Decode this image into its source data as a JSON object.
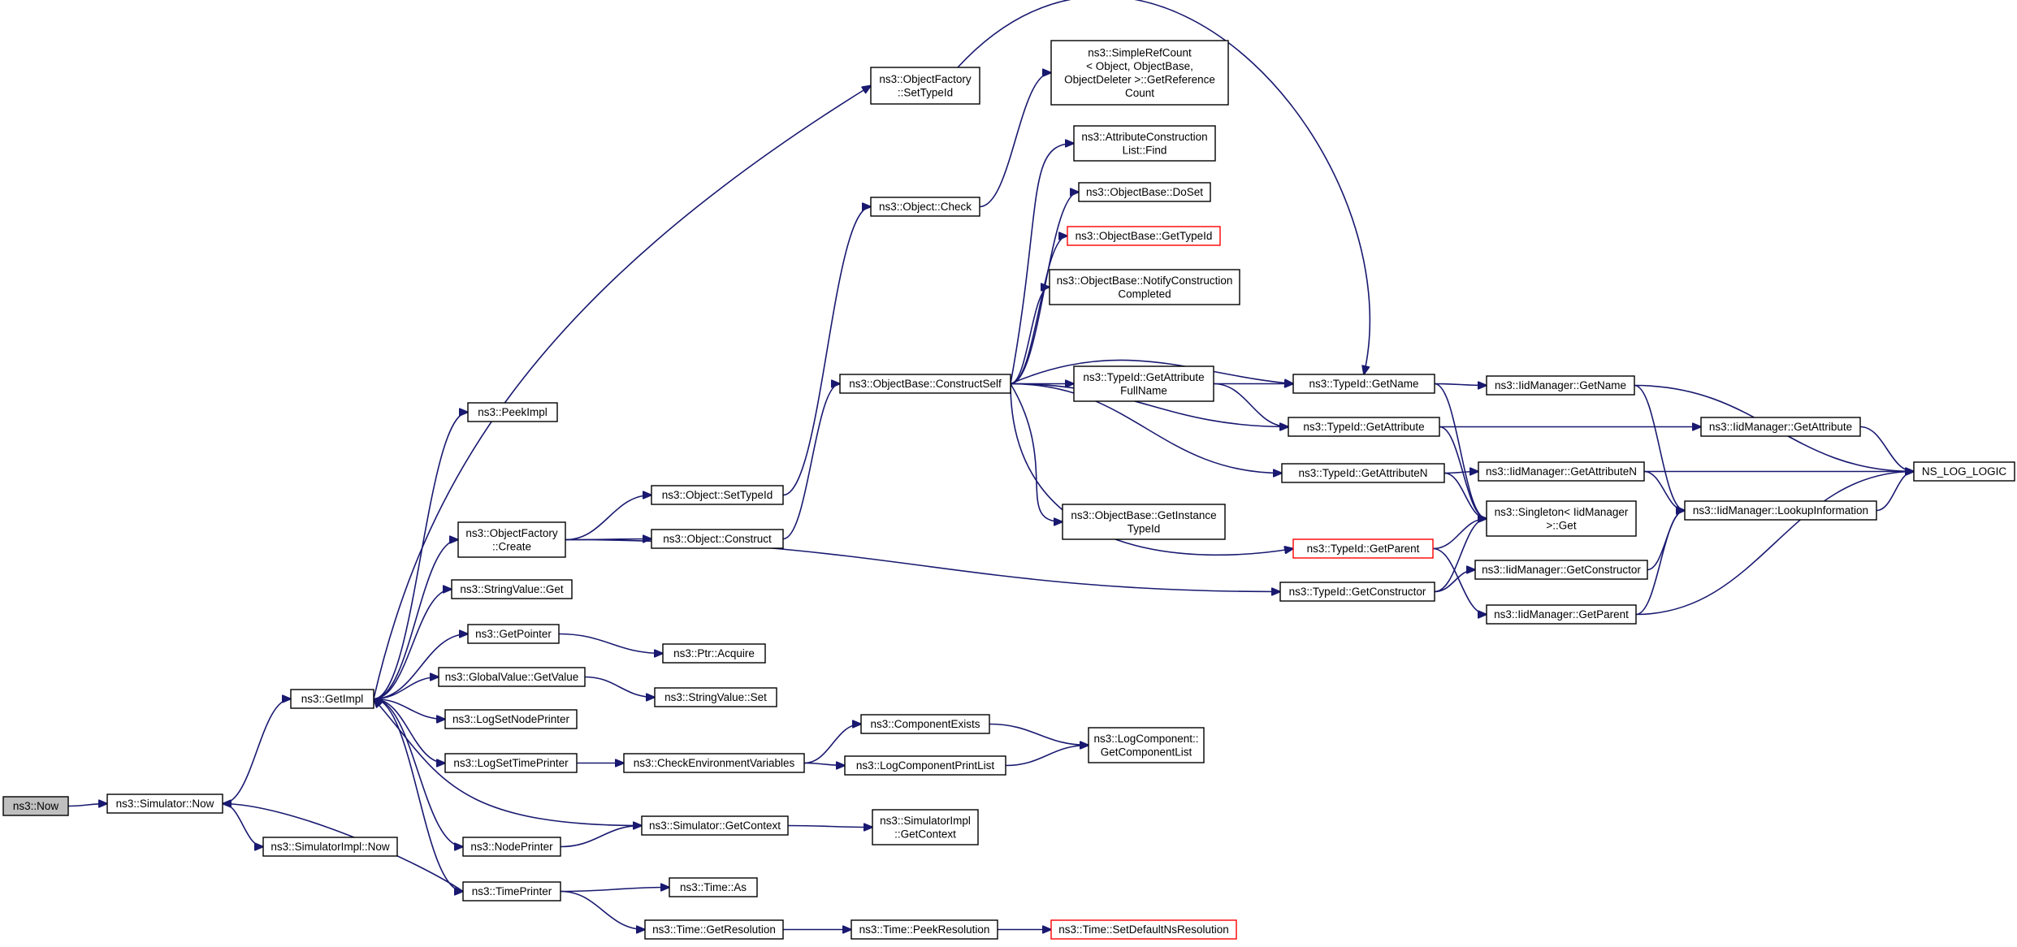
{
  "colors": {
    "edge": "#191970",
    "node_border": "#000000",
    "highlight_border": "#ff0000",
    "root_fill": "#bfbfbf",
    "background": "#ffffff"
  },
  "nodes": [
    {
      "id": "now",
      "lines": [
        "ns3::Now"
      ],
      "style": "root"
    },
    {
      "id": "sim_now",
      "lines": [
        "ns3::Simulator::Now"
      ]
    },
    {
      "id": "simimpl_now",
      "lines": [
        "ns3::SimulatorImpl::Now"
      ]
    },
    {
      "id": "getimpl",
      "lines": [
        "ns3::GetImpl"
      ]
    },
    {
      "id": "peekimpl",
      "lines": [
        "ns3::PeekImpl"
      ]
    },
    {
      "id": "of_create",
      "lines": [
        "ns3::ObjectFactory",
        "::Create"
      ]
    },
    {
      "id": "stringvalue_get",
      "lines": [
        "ns3::StringValue::Get"
      ]
    },
    {
      "id": "getpointer",
      "lines": [
        "ns3::GetPointer"
      ]
    },
    {
      "id": "globalvalue_getvalue",
      "lines": [
        "ns3::GlobalValue::GetValue"
      ]
    },
    {
      "id": "logsetnodeprinter",
      "lines": [
        "ns3::LogSetNodePrinter"
      ]
    },
    {
      "id": "logsettimeprinter",
      "lines": [
        "ns3::LogSetTimePrinter"
      ]
    },
    {
      "id": "nodeprinter",
      "lines": [
        "ns3::NodePrinter"
      ]
    },
    {
      "id": "timeprinter",
      "lines": [
        "ns3::TimePrinter"
      ]
    },
    {
      "id": "of_settypeid",
      "lines": [
        "ns3::ObjectFactory",
        "::SetTypeId"
      ]
    },
    {
      "id": "obj_settypeid",
      "lines": [
        "ns3::Object::SetTypeId"
      ]
    },
    {
      "id": "obj_construct",
      "lines": [
        "ns3::Object::Construct"
      ]
    },
    {
      "id": "ptr_acquire",
      "lines": [
        "ns3::Ptr::Acquire"
      ]
    },
    {
      "id": "stringvalue_set",
      "lines": [
        "ns3::StringValue::Set"
      ]
    },
    {
      "id": "checkenv",
      "lines": [
        "ns3::CheckEnvironmentVariables"
      ]
    },
    {
      "id": "sim_getcontext",
      "lines": [
        "ns3::Simulator::GetContext"
      ]
    },
    {
      "id": "time_as",
      "lines": [
        "ns3::Time::As"
      ]
    },
    {
      "id": "time_getres",
      "lines": [
        "ns3::Time::GetResolution"
      ]
    },
    {
      "id": "obj_check",
      "lines": [
        "ns3::Object::Check"
      ]
    },
    {
      "id": "ob_constructself",
      "lines": [
        "ns3::ObjectBase::ConstructSelf"
      ]
    },
    {
      "id": "componentexists",
      "lines": [
        "ns3::ComponentExists"
      ]
    },
    {
      "id": "logcomponentprintlist",
      "lines": [
        "ns3::LogComponentPrintList"
      ]
    },
    {
      "id": "simimpl_getcontext",
      "lines": [
        "ns3::SimulatorImpl",
        "::GetContext"
      ]
    },
    {
      "id": "time_peekres",
      "lines": [
        "ns3::Time::PeekResolution"
      ]
    },
    {
      "id": "simplerefcount",
      "lines": [
        "ns3::SimpleRefCount",
        "< Object, ObjectBase,",
        "ObjectDeleter >::GetReference",
        "Count"
      ]
    },
    {
      "id": "attrconstructionlist_find",
      "lines": [
        "ns3::AttributeConstruction",
        "List::Find"
      ]
    },
    {
      "id": "ob_doset",
      "lines": [
        "ns3::ObjectBase::DoSet"
      ]
    },
    {
      "id": "ob_gettypeid",
      "lines": [
        "ns3::ObjectBase::GetTypeId"
      ],
      "style": "red"
    },
    {
      "id": "ob_notifyconstruction",
      "lines": [
        "ns3::ObjectBase::NotifyConstruction",
        "Completed"
      ]
    },
    {
      "id": "typeid_getattrfullname",
      "lines": [
        "ns3::TypeId::GetAttribute",
        "FullName"
      ]
    },
    {
      "id": "ob_getinstancetypeid",
      "lines": [
        "ns3::ObjectBase::GetInstance",
        "TypeId"
      ]
    },
    {
      "id": "logcomponent_getlist",
      "lines": [
        "ns3::LogComponent::",
        "GetComponentList"
      ]
    },
    {
      "id": "time_setdefaultnsres",
      "lines": [
        "ns3::Time::SetDefaultNsResolution"
      ],
      "style": "red"
    },
    {
      "id": "typeid_getname",
      "lines": [
        "ns3::TypeId::GetName"
      ]
    },
    {
      "id": "typeid_getattr",
      "lines": [
        "ns3::TypeId::GetAttribute"
      ]
    },
    {
      "id": "typeid_getattrn",
      "lines": [
        "ns3::TypeId::GetAttributeN"
      ]
    },
    {
      "id": "typeid_getparent",
      "lines": [
        "ns3::TypeId::GetParent"
      ],
      "style": "red"
    },
    {
      "id": "typeid_getconstructor",
      "lines": [
        "ns3::TypeId::GetConstructor"
      ]
    },
    {
      "id": "iid_getname",
      "lines": [
        "ns3::IidManager::GetName"
      ]
    },
    {
      "id": "singleton_get",
      "lines": [
        "ns3::Singleton< IidManager",
        ">::Get"
      ]
    },
    {
      "id": "iid_getattrn",
      "lines": [
        "ns3::IidManager::GetAttributeN"
      ]
    },
    {
      "id": "iid_getconstructor",
      "lines": [
        "ns3::IidManager::GetConstructor"
      ]
    },
    {
      "id": "iid_getparent",
      "lines": [
        "ns3::IidManager::GetParent"
      ]
    },
    {
      "id": "iid_getattr",
      "lines": [
        "ns3::IidManager::GetAttribute"
      ]
    },
    {
      "id": "iid_lookupinfo",
      "lines": [
        "ns3::IidManager::LookupInformation"
      ]
    },
    {
      "id": "ns_log_logic",
      "lines": [
        "NS_LOG_LOGIC"
      ]
    }
  ],
  "edges": [
    [
      "now",
      "sim_now"
    ],
    [
      "sim_now",
      "getimpl"
    ],
    [
      "sim_now",
      "simimpl_now"
    ],
    [
      "getimpl",
      "peekimpl"
    ],
    [
      "getimpl",
      "of_settypeid"
    ],
    [
      "getimpl",
      "of_create"
    ],
    [
      "getimpl",
      "stringvalue_get"
    ],
    [
      "getimpl",
      "getpointer"
    ],
    [
      "getimpl",
      "globalvalue_getvalue"
    ],
    [
      "getimpl",
      "logsetnodeprinter"
    ],
    [
      "getimpl",
      "logsettimeprinter"
    ],
    [
      "getimpl",
      "nodeprinter"
    ],
    [
      "getimpl",
      "timeprinter"
    ],
    [
      "of_create",
      "obj_settypeid"
    ],
    [
      "of_create",
      "obj_construct"
    ],
    [
      "of_create",
      "typeid_getconstructor"
    ],
    [
      "getpointer",
      "ptr_acquire"
    ],
    [
      "globalvalue_getvalue",
      "stringvalue_set"
    ],
    [
      "logsettimeprinter",
      "checkenv"
    ],
    [
      "nodeprinter",
      "sim_getcontext"
    ],
    [
      "timeprinter",
      "time_as"
    ],
    [
      "timeprinter",
      "time_getres"
    ],
    [
      "timeprinter",
      "sim_now"
    ],
    [
      "sim_getcontext",
      "getimpl"
    ],
    [
      "sim_getcontext",
      "simimpl_getcontext"
    ],
    [
      "obj_settypeid",
      "obj_check"
    ],
    [
      "obj_construct",
      "ob_constructself"
    ],
    [
      "obj_check",
      "simplerefcount"
    ],
    [
      "of_settypeid",
      "typeid_getname"
    ],
    [
      "checkenv",
      "componentexists"
    ],
    [
      "checkenv",
      "logcomponentprintlist"
    ],
    [
      "componentexists",
      "logcomponent_getlist"
    ],
    [
      "logcomponentprintlist",
      "logcomponent_getlist"
    ],
    [
      "time_getres",
      "time_peekres"
    ],
    [
      "time_peekres",
      "time_setdefaultnsres"
    ],
    [
      "ob_constructself",
      "attrconstructionlist_find"
    ],
    [
      "ob_constructself",
      "ob_doset"
    ],
    [
      "ob_constructself",
      "ob_gettypeid"
    ],
    [
      "ob_constructself",
      "ob_notifyconstruction"
    ],
    [
      "ob_constructself",
      "typeid_getname"
    ],
    [
      "ob_constructself",
      "typeid_getattrfullname"
    ],
    [
      "ob_constructself",
      "typeid_getattr"
    ],
    [
      "ob_constructself",
      "typeid_getattrn"
    ],
    [
      "ob_constructself",
      "ob_getinstancetypeid"
    ],
    [
      "ob_constructself",
      "typeid_getparent"
    ],
    [
      "typeid_getattrfullname",
      "typeid_getname"
    ],
    [
      "typeid_getattrfullname",
      "typeid_getattr"
    ],
    [
      "typeid_getname",
      "iid_getname"
    ],
    [
      "typeid_getname",
      "singleton_get"
    ],
    [
      "typeid_getattr",
      "iid_getattr"
    ],
    [
      "typeid_getattr",
      "singleton_get"
    ],
    [
      "typeid_getattrn",
      "iid_getattrn"
    ],
    [
      "typeid_getattrn",
      "singleton_get"
    ],
    [
      "typeid_getparent",
      "singleton_get"
    ],
    [
      "typeid_getparent",
      "iid_getparent"
    ],
    [
      "typeid_getconstructor",
      "singleton_get"
    ],
    [
      "typeid_getconstructor",
      "iid_getconstructor"
    ],
    [
      "iid_getname",
      "iid_lookupinfo"
    ],
    [
      "iid_getname",
      "ns_log_logic"
    ],
    [
      "iid_getattr",
      "ns_log_logic"
    ],
    [
      "iid_getattrn",
      "iid_lookupinfo"
    ],
    [
      "iid_getattrn",
      "ns_log_logic"
    ],
    [
      "iid_getconstructor",
      "iid_lookupinfo"
    ],
    [
      "iid_getparent",
      "iid_lookupinfo"
    ],
    [
      "iid_getparent",
      "ns_log_logic"
    ],
    [
      "iid_lookupinfo",
      "ns_log_logic"
    ]
  ]
}
